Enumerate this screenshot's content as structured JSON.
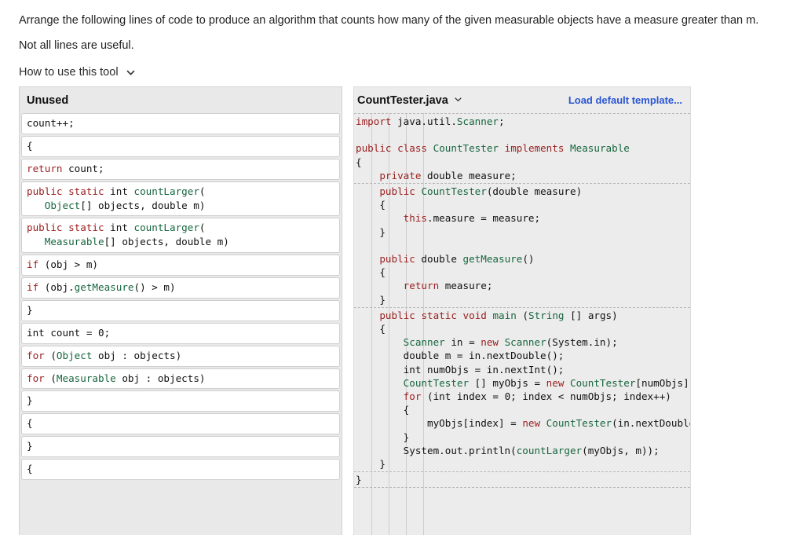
{
  "prompt": {
    "line1": "Arrange the following lines of code to produce an algorithm that counts how many of the given measurable objects have a measure greater than m.",
    "line2": "Not all lines are useful."
  },
  "howto": {
    "label": "How to use this tool",
    "icon": "chevron-down-icon"
  },
  "colors": {
    "keyword": "#9b2020",
    "type": "#16663d",
    "plain": "#111111",
    "link": "#2b56d4",
    "panel_bg": "#e9e9e9",
    "code_bg": "#ececec",
    "card_bg": "#ffffff",
    "card_border": "#cfcfcf"
  },
  "unused_panel": {
    "title": "Unused",
    "lines": [
      {
        "id": "l1",
        "text": "count++;"
      },
      {
        "id": "l2",
        "text": "{"
      },
      {
        "id": "l3",
        "text": "return count;"
      },
      {
        "id": "l4",
        "text": "public static int countLarger(\n   Object[] objects, double m)"
      },
      {
        "id": "l5",
        "text": "public static int countLarger(\n   Measurable[] objects, double m)"
      },
      {
        "id": "l6",
        "text": "if (obj > m)"
      },
      {
        "id": "l7",
        "text": "if (obj.getMeasure() > m)"
      },
      {
        "id": "l8",
        "text": "}"
      },
      {
        "id": "l9",
        "text": "int count = 0;"
      },
      {
        "id": "l10",
        "text": "for (Object obj : objects)"
      },
      {
        "id": "l11",
        "text": "for (Measurable obj : objects)"
      },
      {
        "id": "l12",
        "text": "}"
      },
      {
        "id": "l13",
        "text": "{"
      },
      {
        "id": "l14",
        "text": "}"
      },
      {
        "id": "l15",
        "text": "{"
      }
    ]
  },
  "code_panel": {
    "filename": "CountTester.java",
    "filename_icon": "chevron-down-icon",
    "load_default_label": "Load default template...",
    "blocks": [
      {
        "id": "b1",
        "lines": [
          "import java.util.Scanner;",
          "",
          "public class CountTester implements Measurable",
          "{",
          "    private double measure;"
        ]
      },
      {
        "id": "b2",
        "lines": [
          "    public CountTester(double measure)",
          "    {",
          "        this.measure = measure;",
          "    }",
          "",
          "    public double getMeasure()",
          "    {",
          "        return measure;",
          "    }"
        ]
      },
      {
        "id": "b3",
        "lines": [
          "    public static void main (String [] args)",
          "    {",
          "        Scanner in = new Scanner(System.in);",
          "        double m = in.nextDouble();",
          "        int numObjs = in.nextInt();",
          "        CountTester [] myObjs = new CountTester[numObjs];",
          "        for (int index = 0; index < numObjs; index++)",
          "        {",
          "            myObjs[index] = new CountTester(in.nextDouble());",
          "        }",
          "        System.out.println(countLarger(myObjs, m));",
          "    }"
        ]
      },
      {
        "id": "b4",
        "lines": [
          "}"
        ]
      }
    ]
  },
  "syntax": {
    "keywords": [
      "import",
      "public",
      "class",
      "implements",
      "private",
      "this",
      "return",
      "new",
      "static",
      "void",
      "for",
      "if"
    ],
    "types": [
      "CountTester",
      "Measurable",
      "Scanner",
      "String",
      "getMeasure",
      "main",
      "countLarger",
      "Object"
    ]
  }
}
